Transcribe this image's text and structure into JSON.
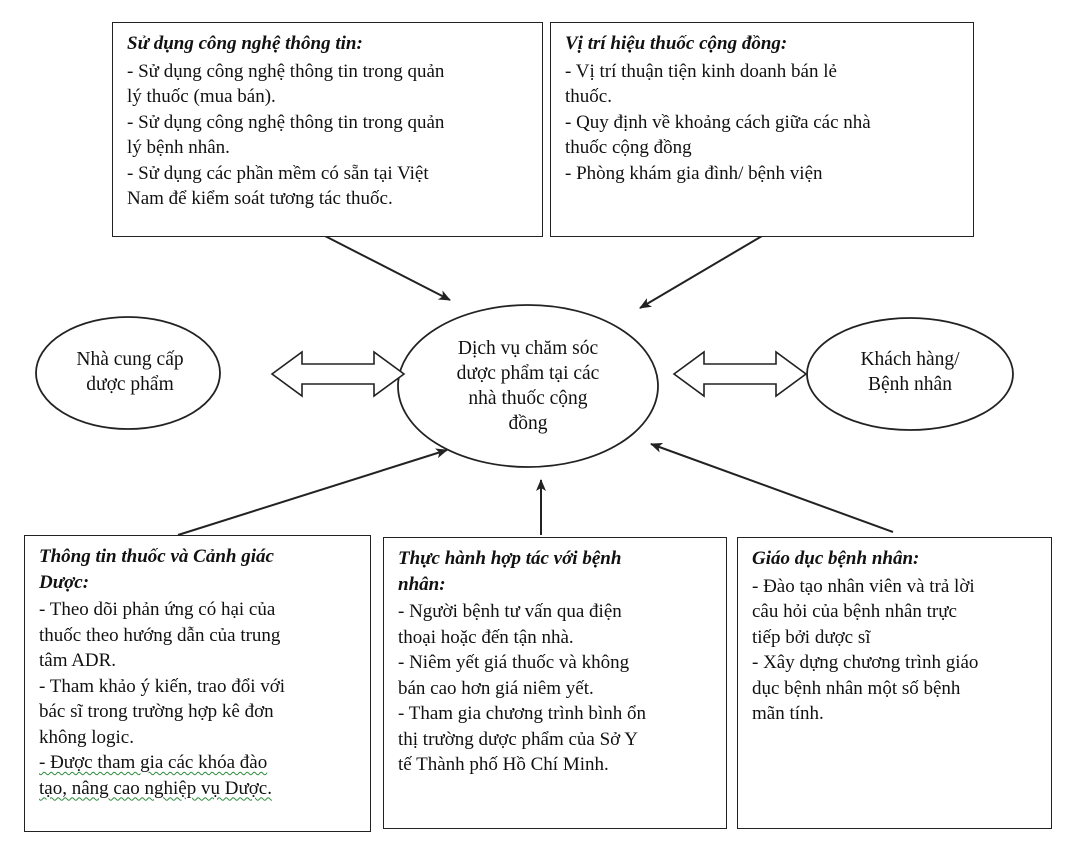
{
  "center": {
    "lines": [
      "Dịch vụ chăm sóc",
      "dược phẩm tại các",
      "nhà thuốc cộng",
      "đồng"
    ]
  },
  "left_node": {
    "lines": [
      "Nhà cung cấp",
      "dược phẩm"
    ]
  },
  "right_node": {
    "lines": [
      "Khách hàng/",
      "Bệnh nhân"
    ]
  },
  "boxes": {
    "it": {
      "title": "Sử dụng công nghệ thông tin:",
      "lines": [
        "- Sử dụng công nghệ thông tin trong quản",
        "lý thuốc (mua bán).",
        "- Sử dụng công nghệ thông tin trong quản",
        "lý bệnh nhân.",
        "- Sử dụng các phần mềm có sẵn tại Việt",
        "Nam để kiểm soát tương tác thuốc."
      ]
    },
    "location": {
      "title": "Vị trí hiệu thuốc cộng đồng:",
      "lines": [
        "- Vị trí thuận tiện kinh doanh bán lẻ",
        "thuốc.",
        "- Quy định về khoảng cách giữa các nhà",
        "thuốc cộng đồng",
        "- Phòng khám gia đình/ bệnh viện"
      ]
    },
    "druginfo": {
      "title": "Thông tin thuốc và Cảnh giác",
      "title2": "Dược:",
      "lines": [
        "- Theo dõi phản ứng có hại của",
        "thuốc theo hướng dẫn của trung",
        "tâm ADR.",
        "- Tham khảo ý kiến, trao đổi với",
        "bác sĩ trong trường hợp kê đơn",
        "không logic.",
        "- Được tham gia các khóa đào",
        "tạo, nâng cao nghiệp vụ Dược."
      ]
    },
    "practice": {
      "title": "Thực hành hợp tác với bệnh",
      "title2": "nhân:",
      "lines": [
        "- Người bệnh tư vấn qua điện",
        "thoại hoặc đến tận nhà.",
        "- Niêm yết giá thuốc và không",
        "bán cao hơn giá niêm yết.",
        "- Tham gia chương trình bình ổn",
        "thị trường dược phẩm của Sở Y",
        "tế Thành phố Hồ Chí Minh."
      ]
    },
    "education": {
      "title": "Giáo dục bệnh nhân:",
      "lines": [
        "- Đào tạo nhân viên và trả lời",
        "câu hỏi của bệnh nhân trực",
        "tiếp bởi dược sĩ",
        "- Xây dựng chương trình giáo",
        "dục bệnh nhân một số bệnh",
        "mãn tính."
      ]
    }
  }
}
